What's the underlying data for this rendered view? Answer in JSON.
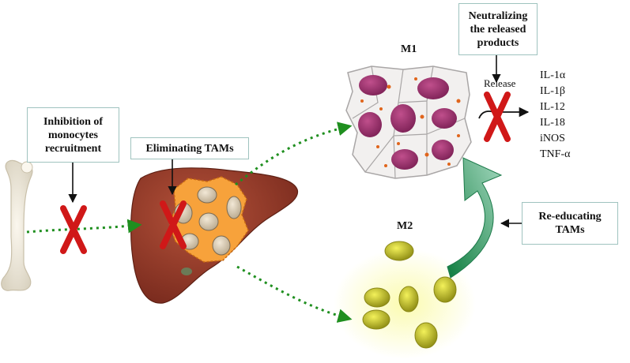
{
  "boxes": {
    "inhibition": "Inhibition of\nmonocytes\nrecruitment",
    "eliminating": "Eliminating TAMs",
    "neutralizing": "Neutralizing\nthe released\nproducts",
    "reeducating": "Re-educating\nTAMs"
  },
  "labels": {
    "m1": "M1",
    "m2": "M2",
    "release": "Release"
  },
  "cytokines": [
    "IL-1α",
    "IL-1β",
    "IL-12",
    "IL-18",
    "iNOS",
    "TNF-α"
  ],
  "colors": {
    "green_arrow": "#1f8f1f",
    "red_x": "#d01818",
    "box_border": "#9fc3bf",
    "liver": "#9c3f2c",
    "m1_nucleus": "#9b2f6a",
    "m2_cell": "#d7d62a",
    "reeducate_arrow": "#2e9a6b"
  }
}
